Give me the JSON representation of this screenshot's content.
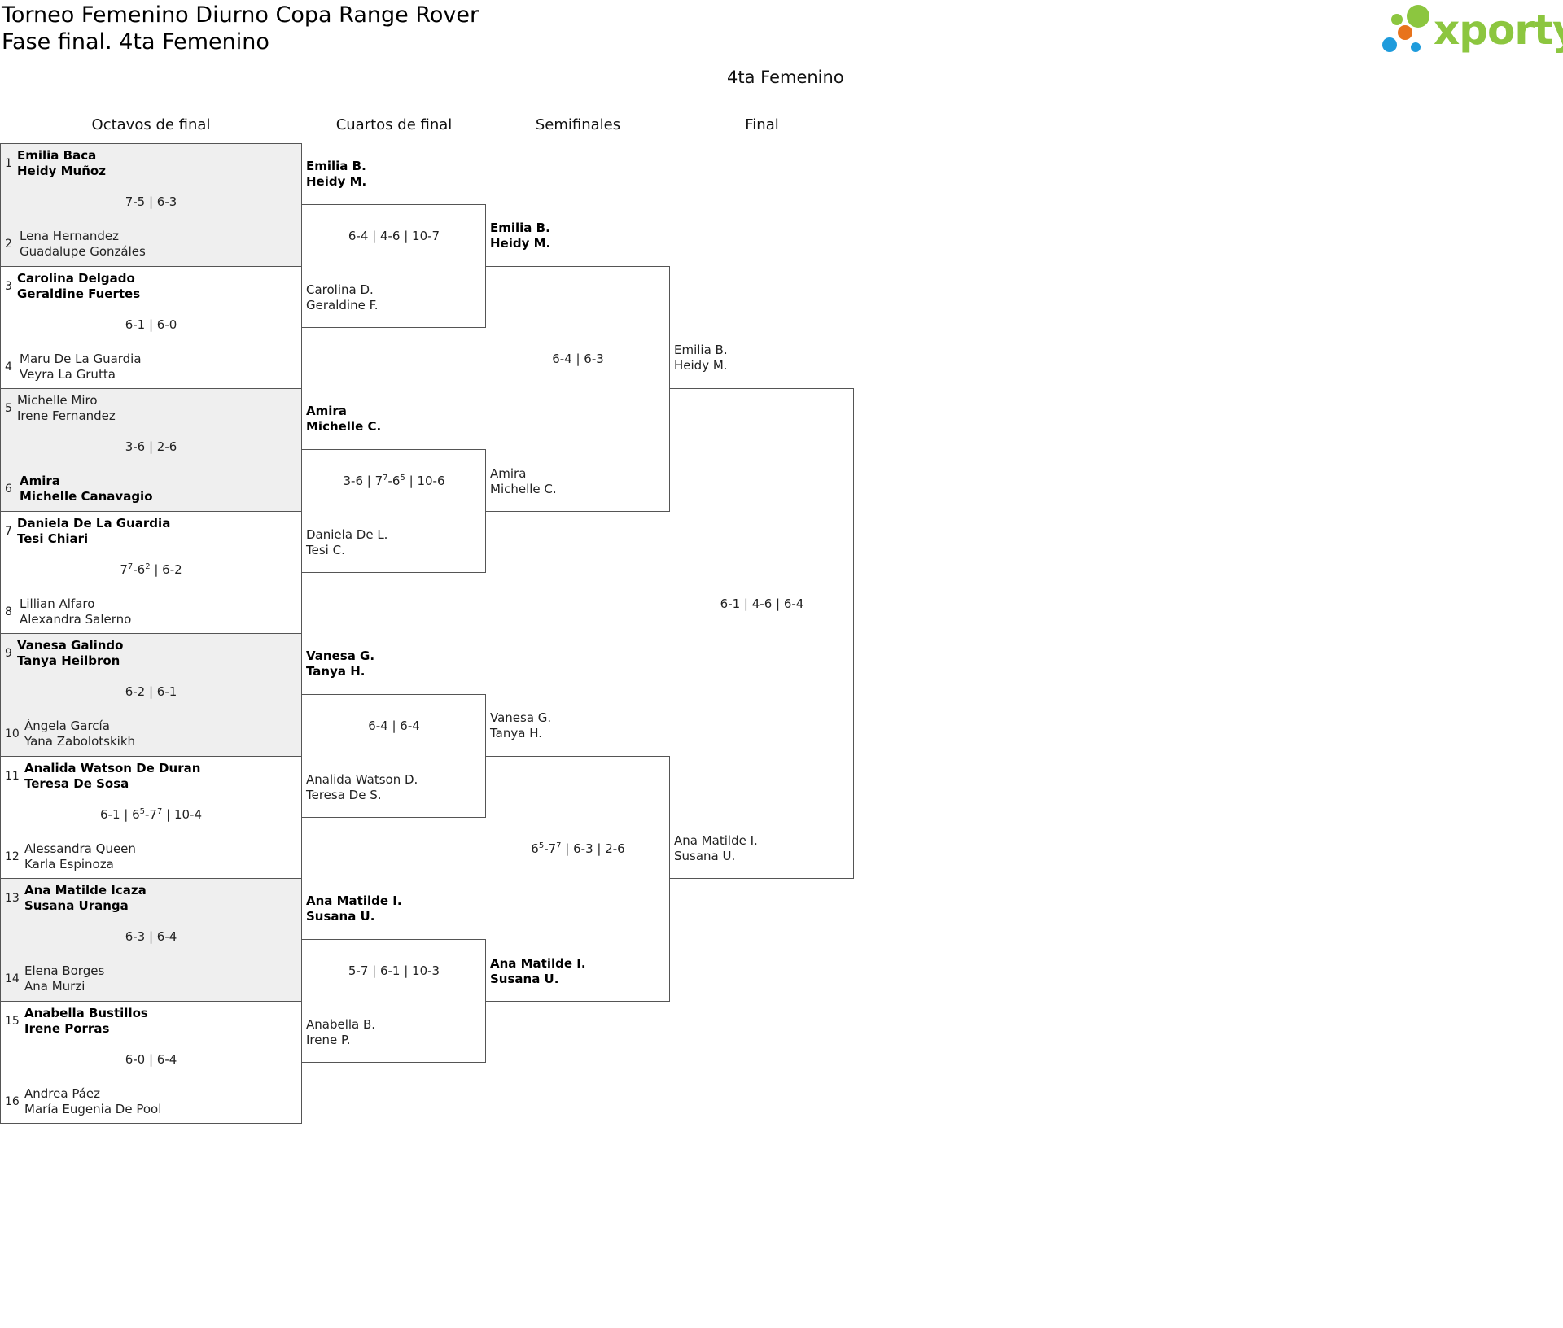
{
  "header": {
    "title": "Torneo Femenino Diurno Copa Range Rover",
    "subtitle": "Fase final. 4ta Femenino",
    "logo_text": "xporty",
    "logo_colors": {
      "green": "#8cc63f",
      "orange": "#e8731c",
      "blue": "#1e9bdc"
    }
  },
  "bracket": {
    "title": "4ta Femenino",
    "rounds": [
      "Octavos de final",
      "Cuartos de final",
      "Semifinales",
      "Final"
    ]
  },
  "r16": [
    {
      "top_seed": "1",
      "top_names": [
        "Emilia Baca",
        "Heidy Muñoz"
      ],
      "score": "7-5 | 6-3",
      "bottom_seed": "2",
      "bottom_names": [
        "Lena Hernandez",
        "Guadalupe Gonzáles"
      ],
      "winner": "top"
    },
    {
      "top_seed": "3",
      "top_names": [
        "Carolina Delgado",
        "Geraldine Fuertes"
      ],
      "score": "6-1 | 6-0",
      "bottom_seed": "4",
      "bottom_names": [
        "Maru De La Guardia",
        "Veyra La Grutta"
      ],
      "winner": "top"
    },
    {
      "top_seed": "5",
      "top_names": [
        "Michelle Miro",
        "Irene Fernandez"
      ],
      "score": "3-6 | 2-6",
      "bottom_seed": "6",
      "bottom_names": [
        "Amira",
        "Michelle Canavagio"
      ],
      "winner": "bottom"
    },
    {
      "top_seed": "7",
      "top_names": [
        "Daniela De La Guardia",
        "Tesi Chiari"
      ],
      "score": "7<sup>7</sup>-6<sup>2</sup> | 6-2",
      "bottom_seed": "8",
      "bottom_names": [
        "Lillian Alfaro",
        "Alexandra Salerno"
      ],
      "winner": "top"
    },
    {
      "top_seed": "9",
      "top_names": [
        "Vanesa Galindo",
        "Tanya Heilbron"
      ],
      "score": "6-2 | 6-1",
      "bottom_seed": "10",
      "bottom_names": [
        "Ángela García",
        "Yana Zabolotskikh"
      ],
      "winner": "top"
    },
    {
      "top_seed": "11",
      "top_names": [
        "Analida Watson De Duran",
        "Teresa De Sosa"
      ],
      "score": "6-1 | 6<sup>5</sup>-7<sup>7</sup> | 10-4",
      "bottom_seed": "12",
      "bottom_names": [
        "Alessandra Queen",
        "Karla Espinoza"
      ],
      "winner": "top"
    },
    {
      "top_seed": "13",
      "top_names": [
        "Ana Matilde Icaza",
        "Susana Uranga"
      ],
      "score": "6-3 | 6-4",
      "bottom_seed": "14",
      "bottom_names": [
        "Elena Borges",
        "Ana Murzi"
      ],
      "winner": "top"
    },
    {
      "top_seed": "15",
      "top_names": [
        "Anabella Bustillos",
        "Irene Porras"
      ],
      "score": "6-0 | 6-4",
      "bottom_seed": "16",
      "bottom_names": [
        "Andrea Páez",
        "María Eugenia De Pool"
      ],
      "winner": "top"
    }
  ],
  "qf": [
    {
      "top_names": [
        "Emilia B.",
        "Heidy M."
      ],
      "score": "6-4 | 4-6 | 10-7",
      "bottom_names": [
        "Carolina D.",
        "Geraldine F."
      ],
      "winner": "top"
    },
    {
      "top_names": [
        "Amira",
        "Michelle C."
      ],
      "score": "3-6 | 7<sup>7</sup>-6<sup>5</sup> | 10-6",
      "bottom_names": [
        "Daniela De L.",
        "Tesi C."
      ],
      "winner": "top"
    },
    {
      "top_names": [
        "Vanesa G.",
        "Tanya H."
      ],
      "score": "6-4 | 6-4",
      "bottom_names": [
        "Analida Watson D.",
        "Teresa De S."
      ],
      "winner": "top"
    },
    {
      "top_names": [
        "Ana Matilde I.",
        "Susana U."
      ],
      "score": "5-7 | 6-1 | 10-3",
      "bottom_names": [
        "Anabella B.",
        "Irene P."
      ],
      "winner": "top"
    }
  ],
  "sf": [
    {
      "top_names": [
        "Emilia B.",
        "Heidy M."
      ],
      "score": "6-4 | 6-3",
      "bottom_names": [
        "Amira",
        "Michelle C."
      ],
      "winner": "top"
    },
    {
      "top_names": [
        "Vanesa G.",
        "Tanya H."
      ],
      "score": "6<sup>5</sup>-7<sup>7</sup> | 6-3 | 2-6",
      "bottom_names": [
        "Ana Matilde I.",
        "Susana U."
      ],
      "winner": "bottom"
    }
  ],
  "final": [
    {
      "top_names": [
        "Emilia B.",
        "Heidy M."
      ],
      "score": "6-1 | 4-6 | 6-4",
      "bottom_names": [
        "Ana Matilde I.",
        "Susana U."
      ],
      "winner": "none"
    }
  ]
}
